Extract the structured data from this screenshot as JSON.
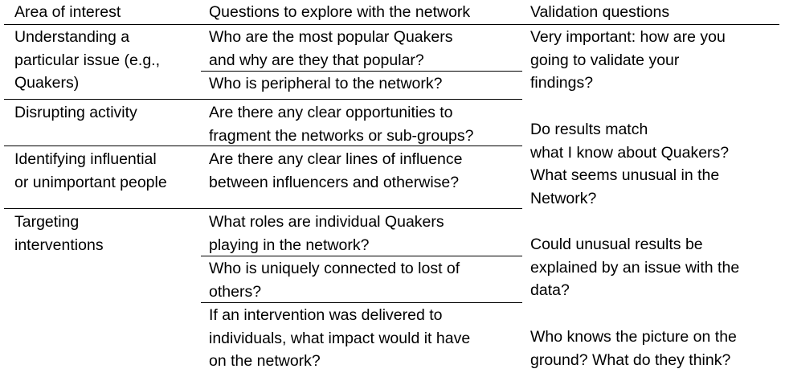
{
  "table": {
    "headers": {
      "area": "Area of interest",
      "questions": "Questions to explore with the network",
      "validation": "Validation questions"
    },
    "rows": [
      {
        "area": "Understanding a\nparticular issue (e.g.,\nQuakers)",
        "questions": [
          "Who are the most popular Quakers\nand why are they that popular?",
          "Who is peripheral to the network?"
        ]
      },
      {
        "area": "Disrupting activity",
        "questions": [
          "Are there any clear opportunities to\nfragment the networks or sub-groups?"
        ]
      },
      {
        "area": "Identifying influential\nor unimportant people",
        "questions": [
          "Are there any clear lines of influence\nbetween influencers and otherwise?"
        ]
      },
      {
        "area": "Targeting\ninterventions",
        "questions": [
          "What roles are individual Quakers\nplaying in the network?",
          "Who is uniquely connected to lost of\nothers?",
          "If an intervention was delivered to\nindividuals, what impact would it have\non the network?"
        ]
      }
    ],
    "validation": [
      "Very important: how are you\ngoing to validate your\nfindings?",
      "Do results match\nwhat I know about Quakers?\nWhat seems unusual in the\nNetwork?",
      "Could unusual results be\nexplained by an issue with the\ndata?",
      "Who knows the picture on the\nground? What do they think?"
    ]
  }
}
